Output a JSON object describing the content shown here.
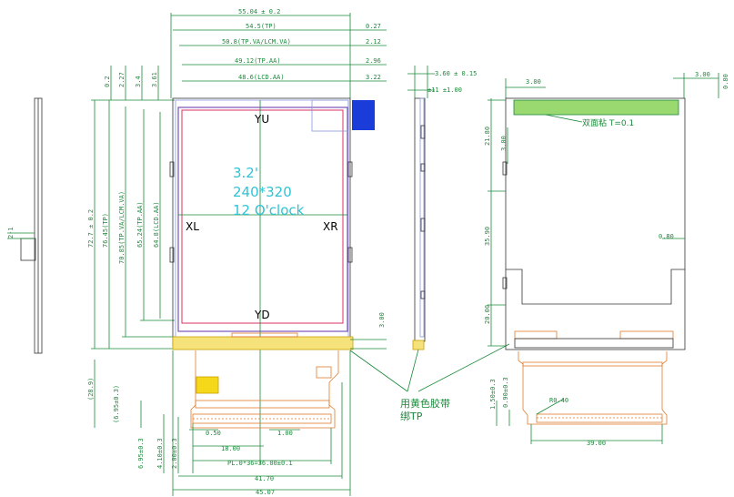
{
  "front": {
    "top_dims": [
      "55.04 ± 0.2",
      "54.5(TP)",
      "50.8(TP.VA/LCM.VA)",
      "49.12(TP.AA)",
      "48.6(LCD.AA)"
    ],
    "right_dims": [
      "0.27",
      "2.12",
      "2.96",
      "3.22"
    ],
    "small_top_dims": [
      "0.2",
      "2.27",
      "3.4",
      "3.61"
    ],
    "left_dims": [
      "72.7 ± 0.2",
      "76.45(TP)",
      "70.85(TP.VA/LCM.VA)",
      "65.24(TP.AA)",
      "64.8(LCD.AA)"
    ],
    "screen_text": [
      "3.2'",
      "240*320",
      "12 O'clock"
    ],
    "labels": {
      "top": "YU",
      "bottom": "YD",
      "left": "XL",
      "right": "XR"
    },
    "bottom_left_dims": [
      "(28.9)",
      "(6.95±0.3)",
      "6.95±0.3",
      "4.10±0.3",
      "2.00±0.3"
    ],
    "bottom_dims": [
      "0.50",
      "1.00",
      "18.00",
      "PL.0*36=36.00±0.1",
      "41.70",
      "45.07"
    ],
    "side_dim": "3.00"
  },
  "side": {
    "left_dim": "2-1",
    "dims": [
      "3.60 ± 0.15",
      "±11 ±1.00"
    ]
  },
  "back": {
    "top_dims": [
      "3.00",
      "3.00",
      "0.80"
    ],
    "adhesive_label": "双面粘 T=0.1",
    "left_dims": [
      "21.80",
      "3.00",
      "35.90",
      "20.00"
    ],
    "right_dim": "0.80",
    "fpc_dims": [
      "1.50±0.3",
      "0.90±0.3",
      "R0.40",
      "39.00"
    ]
  },
  "note": [
    "用黄色胶带",
    "绑TP"
  ]
}
